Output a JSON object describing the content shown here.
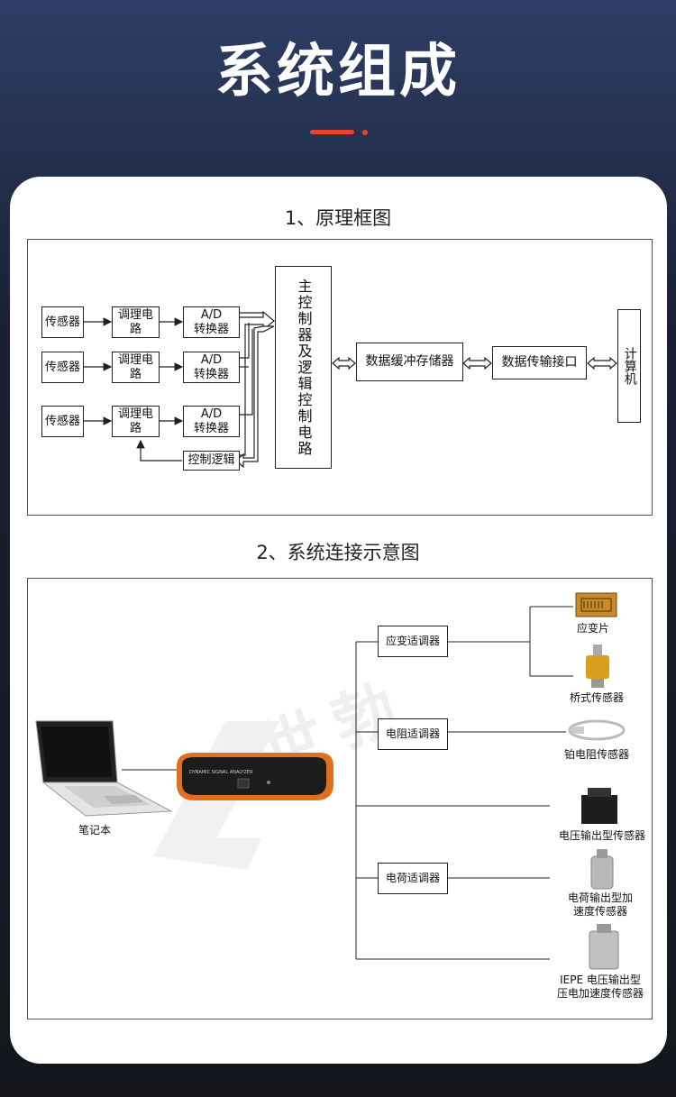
{
  "header": {
    "title": "系统组成"
  },
  "section1": {
    "heading": "1、原理框图",
    "rows": [
      {
        "sensor": "传感器",
        "conditioning": "调理电路",
        "adc_line1": "A/D",
        "adc_line2": "转换器"
      },
      {
        "sensor": "传感器",
        "conditioning": "调理电路",
        "adc_line1": "A/D",
        "adc_line2": "转换器"
      },
      {
        "sensor": "传感器",
        "conditioning": "调理电路",
        "adc_line1": "A/D",
        "adc_line2": "转换器"
      }
    ],
    "control_logic": "控制逻辑",
    "main_controller": "主控制器及逻辑控制电路",
    "buffer_memory": "数据缓冲存储器",
    "transfer_interface": "数据传输接口",
    "computer": "计算机"
  },
  "section2": {
    "heading": "2、系统连接示意图",
    "laptop_label": "笔记本",
    "analyzer_text": "DYNAMIC SIGNAL ANALYZER",
    "conditioners": {
      "strain": "应变适调器",
      "resistance": "电阻适调器",
      "charge": "电荷适调器"
    },
    "sensors": {
      "strain_gauge": "应变片",
      "bridge": "桥式传感器",
      "platinum": "铂电阻传感器",
      "voltage_output": "电压输出型传感器",
      "charge_accel_line1": "电荷输出型加",
      "charge_accel_line2": "速度传感器",
      "iepe_line1": "IEPE 电压输出型",
      "iepe_line2": "压电加速度传感器"
    }
  },
  "colors": {
    "accent": "#e8432a",
    "device_orange": "#e07020"
  }
}
